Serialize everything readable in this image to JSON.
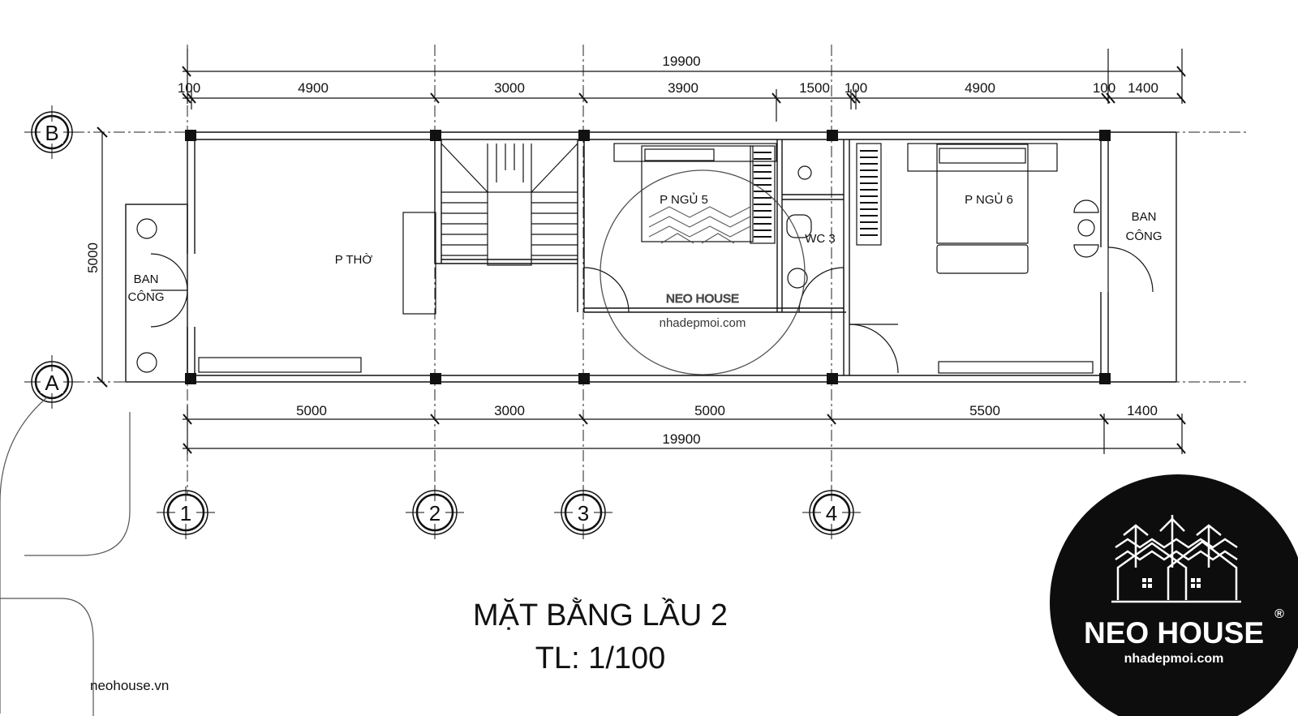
{
  "dims_top": {
    "overall": "19900",
    "segments": [
      "100",
      "4900",
      "3000",
      "3900",
      "1500",
      "100",
      "4900",
      "100",
      "1400"
    ]
  },
  "dims_bottom": {
    "segments": [
      "5000",
      "3000",
      "5000",
      "5500",
      "1400"
    ],
    "overall": "19900"
  },
  "dim_left": "5000",
  "grid_rows": [
    "B",
    "A"
  ],
  "grid_cols": [
    "1",
    "2",
    "3",
    "4"
  ],
  "rooms": {
    "balcony_left_1": "BAN",
    "balcony_left_2": "CÔNG",
    "altar": "P THỜ",
    "bedroom5": "P NGỦ 5",
    "wc3": "WC 3",
    "bedroom6": "P NGỦ 6",
    "balcony_right_1": "BAN",
    "balcony_right_2": "CÔNG"
  },
  "title": {
    "line1": "MẶT BẰNG LẦU 2",
    "line2": "TL: 1/100"
  },
  "footer_site": "neohouse.vn",
  "watermark": {
    "brand": "NEO HOUSE",
    "url": "nhadepmoi.com"
  },
  "logo": {
    "brand": "NEO HOUSE",
    "registered": "®",
    "url": "nhadepmoi.com"
  },
  "colors": {
    "ink": "#111111",
    "logo_bg": "#0d0d0d",
    "logo_fg": "#ffffff"
  }
}
